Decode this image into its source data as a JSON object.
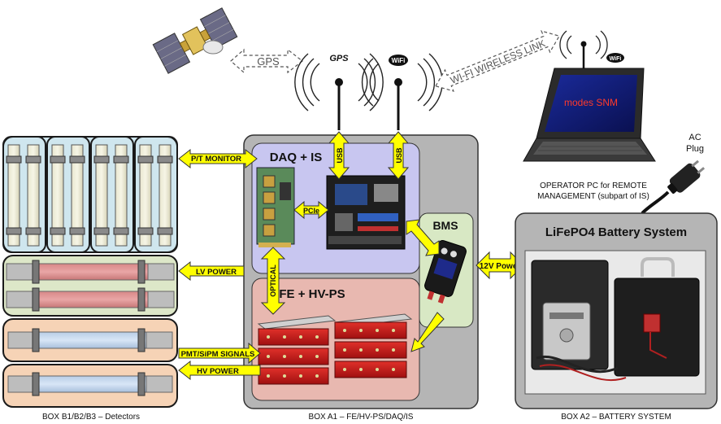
{
  "links": {
    "gps": "GPS",
    "wifi": "WI-FI WIRELESS LINK",
    "usb": "USB",
    "pcie": "PCIe",
    "optical": "OPTICAL",
    "power_12v": "12V Power"
  },
  "antennas": {
    "gps": "GPS",
    "wifi": "WiFi"
  },
  "laptop": {
    "screen_text": "modes SNM",
    "caption_line1": "OPERATOR PC for REMOTE",
    "caption_line2": "MANAGEMENT (subpart of IS)"
  },
  "ac_plug": {
    "line1": "AC",
    "line2": "Plug"
  },
  "box_a1": {
    "daq_title": "DAQ + IS",
    "fe_title": "FE + HV-PS",
    "bms_title": "BMS",
    "caption": "BOX A1 – FE/HV-PS/DAQ/IS"
  },
  "box_a2": {
    "title": "LiFePO4 Battery System",
    "caption": "BOX A2 – BATTERY SYSTEM"
  },
  "box_b": {
    "signals": {
      "pt_monitor": "P/T MONITOR",
      "lv_power": "LV POWER",
      "pmt_signals": "PMT/SiPM SIGNALS",
      "hv_power": "HV POWER"
    },
    "caption": "BOX B1/B2/B3 – Detectors"
  },
  "colors": {
    "arrow_fill": "#ffff00",
    "box_gray": "#b5b5b5",
    "daq_fill": "#c8c6f0",
    "fe_fill": "#e8b8b0",
    "bms_fill": "#d8e8c4",
    "detector_blue": "#cfe6ee",
    "detector_green": "#dde7c8",
    "detector_orange": "#f6d3b6"
  }
}
